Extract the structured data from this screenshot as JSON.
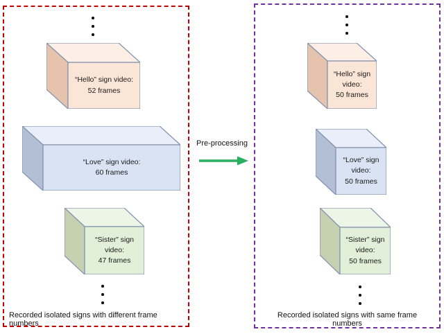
{
  "diagram": {
    "arrow_label": "Pre-processing",
    "colors": {
      "left_panel_border": "#c00000",
      "right_panel_border": "#7030a0",
      "arrow_green": "#2aae62",
      "box_stroke": "#8496b0",
      "peach_front": "#fbe5d6",
      "peach_top": "#fdefe5",
      "peach_side": "#e5c3ac",
      "blue_front": "#dae3f3",
      "blue_top": "#e9eef9",
      "blue_side": "#b3bfd5",
      "green_front": "#e2efd9",
      "green_top": "#edf5e6",
      "green_side": "#c6d1b2"
    },
    "left_panel": {
      "caption": "Recorded isolated signs with different frame numbers",
      "boxes": [
        {
          "sign": "Hello",
          "label": "“Hello” sign video:\n52 frames",
          "frames": 52
        },
        {
          "sign": "Love",
          "label": "“Love” sign video:\n60 frames",
          "frames": 60
        },
        {
          "sign": "Sister",
          "label": "“Sister” sign\nvideo:\n47 frames",
          "frames": 47
        }
      ]
    },
    "right_panel": {
      "caption": "Recorded isolated signs with same frame numbers",
      "boxes": [
        {
          "sign": "Hello",
          "label": "“Hello” sign\nvideo:\n50 frames",
          "frames": 50
        },
        {
          "sign": "Love",
          "label": "“Love” sign\nvideo:\n50 frames",
          "frames": 50
        },
        {
          "sign": "Sister",
          "label": "“Sister” sign\nvideo:\n50 frames",
          "frames": 50
        }
      ]
    }
  }
}
